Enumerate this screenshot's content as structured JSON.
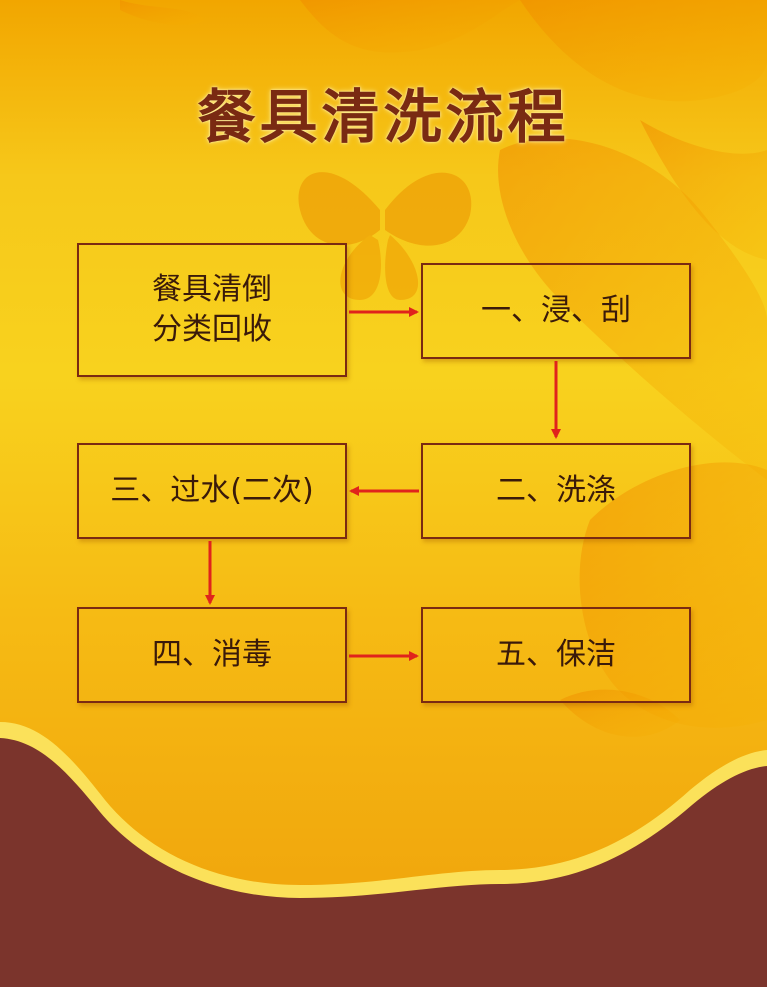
{
  "title": "餐具清洗流程",
  "steps": [
    {
      "label": "餐具清倒\n分类回收"
    },
    {
      "label": "一、浸、刮"
    },
    {
      "label": "二、洗涤"
    },
    {
      "label": "三、过水(二次)"
    },
    {
      "label": "四、消毒"
    },
    {
      "label": "五、保洁"
    }
  ],
  "colors": {
    "background_top": "#f2a600",
    "background_mid": "#f8d21e",
    "bottom_band": "#7b342c",
    "title": "#7a2a12",
    "box_border": "#7a2a12",
    "arrow": "#e0231c"
  }
}
